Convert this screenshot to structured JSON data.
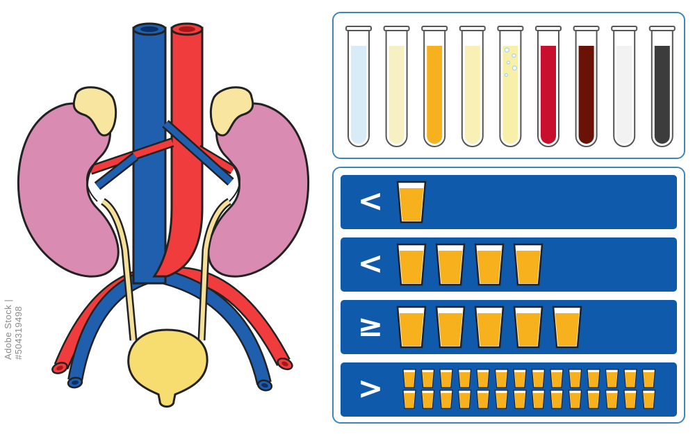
{
  "watermark": {
    "text": "Adobe Stock | #504319498"
  },
  "colors": {
    "panel_border": "#3c87b8",
    "row_bg": "#0f5aaa",
    "vein": "#1f5fae",
    "artery": "#f03c3c",
    "kidney": "#d98bb2",
    "adrenal": "#f7e5a0",
    "bladder": "#f7dc6f",
    "ureter": "#f5e09a",
    "juice": "#f7b11c"
  },
  "urine_tubes": [
    {
      "name": "pale-blue",
      "color": "#d8ecf8",
      "bubbles": false
    },
    {
      "name": "pale-yellow",
      "color": "#f6f0c2",
      "bubbles": false
    },
    {
      "name": "amber",
      "color": "#f6b21e",
      "bubbles": false
    },
    {
      "name": "light-yellow",
      "color": "#f8f0b4",
      "bubbles": false
    },
    {
      "name": "foamy-yellow",
      "color": "#f8f0a8",
      "bubbles": true
    },
    {
      "name": "red",
      "color": "#c8102e",
      "bubbles": false
    },
    {
      "name": "dark-brown",
      "color": "#6b1206",
      "bubbles": false
    },
    {
      "name": "cloudy-white",
      "color": "#f2f2f2",
      "bubbles": false
    },
    {
      "name": "dark-gray",
      "color": "#3c3c3c",
      "bubbles": false
    }
  ],
  "intake_rows": [
    {
      "symbol": "<",
      "cups": 1,
      "cup_size": "large"
    },
    {
      "symbol": "<",
      "cups": 4,
      "cup_size": "large"
    },
    {
      "symbol": "≥",
      "cups": 5,
      "cup_size": "large"
    },
    {
      "symbol": ">",
      "cups": 28,
      "cup_size": "small"
    }
  ]
}
